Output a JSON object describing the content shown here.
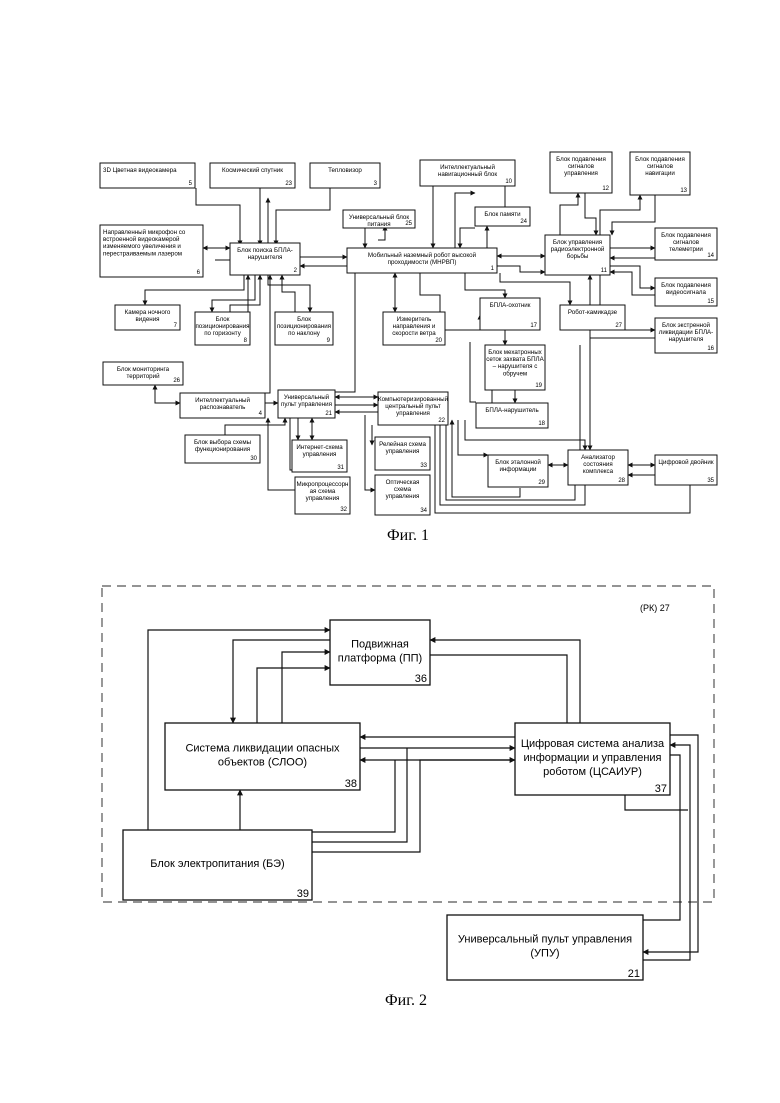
{
  "fig1": {
    "caption": "Фиг. 1",
    "blocks": [
      {
        "id": "b5",
        "lines": [
          "3D Цветная видеокамера"
        ],
        "num": "5"
      },
      {
        "id": "b23",
        "lines": [
          "Космический спутник"
        ],
        "num": "23"
      },
      {
        "id": "b3",
        "lines": [
          "Тепловизор"
        ],
        "num": "3"
      },
      {
        "id": "b10",
        "lines": [
          "Интеллектуальный",
          "навигационный блок"
        ],
        "num": "10"
      },
      {
        "id": "b12",
        "lines": [
          "Блок подавления",
          "сигналов",
          "управления"
        ],
        "num": "12"
      },
      {
        "id": "b13",
        "lines": [
          "Блок подавления",
          "сигналов",
          "навигации"
        ],
        "num": "13"
      },
      {
        "id": "b24",
        "lines": [
          "Блок памяти"
        ],
        "num": "24"
      },
      {
        "id": "b25",
        "lines": [
          "Универсальный блок",
          "питания"
        ],
        "num": "25"
      },
      {
        "id": "b6",
        "lines": [
          "Направленный микрофон со",
          "встроенной видеокамерой",
          "изменяемого увеличения и",
          "перестраиваемым лазером"
        ],
        "num": "6"
      },
      {
        "id": "b2",
        "lines": [
          "Блок поиска БПЛА-",
          "нарушителя"
        ],
        "num": "2"
      },
      {
        "id": "b1",
        "lines": [
          "Мобильный наземный робот высокой",
          "проходимости (МНРВП)"
        ],
        "num": "1"
      },
      {
        "id": "b11",
        "lines": [
          "Блок управления",
          "радиоэлектронной",
          "борьбы"
        ],
        "num": "11"
      },
      {
        "id": "b14",
        "lines": [
          "Блок подавления",
          "сигналов",
          "телеметрии"
        ],
        "num": "14"
      },
      {
        "id": "b15",
        "lines": [
          "Блок подавления",
          "видеосигнала"
        ],
        "num": "15"
      },
      {
        "id": "b16",
        "lines": [
          "Блок экстренной",
          "ликвидации БПЛА-",
          "нарушителя"
        ],
        "num": "16"
      },
      {
        "id": "b7",
        "lines": [
          "Камера ночного",
          "видения"
        ],
        "num": "7"
      },
      {
        "id": "b8",
        "lines": [
          "Блок",
          "позиционирования",
          "по горизонту"
        ],
        "num": "8"
      },
      {
        "id": "b9",
        "lines": [
          "Блок",
          "позиционирования",
          "по наклону"
        ],
        "num": "9"
      },
      {
        "id": "b20",
        "lines": [
          "Измеритель",
          "направления и",
          "скорости ветра"
        ],
        "num": "20"
      },
      {
        "id": "b17",
        "lines": [
          "БПЛА-охотник"
        ],
        "num": "17"
      },
      {
        "id": "b27",
        "lines": [
          "Робот-камикадзе"
        ],
        "num": "27"
      },
      {
        "id": "b19",
        "lines": [
          "Блок мехатронных",
          "сеток захвата БПЛА",
          "– нарушителя с",
          "обручем"
        ],
        "num": "19"
      },
      {
        "id": "b26",
        "lines": [
          "Блок мониторинга",
          "территорий"
        ],
        "num": "26"
      },
      {
        "id": "b4",
        "lines": [
          "Интеллектуальный",
          "распознаватель"
        ],
        "num": "4"
      },
      {
        "id": "b21",
        "lines": [
          "Универсальный",
          "пульт управления"
        ],
        "num": "21"
      },
      {
        "id": "b22",
        "lines": [
          "Компьютеризированный",
          "центральный пульт",
          "управления"
        ],
        "num": "22"
      },
      {
        "id": "b18",
        "lines": [
          "БПЛА-нарушитель"
        ],
        "num": "18"
      },
      {
        "id": "b30",
        "lines": [
          "Блок выбора схемы",
          "функционирования"
        ],
        "num": "30"
      },
      {
        "id": "b31",
        "lines": [
          "Интернет-схема",
          "управления"
        ],
        "num": "31"
      },
      {
        "id": "b33",
        "lines": [
          "Релейная схема",
          "управления"
        ],
        "num": "33"
      },
      {
        "id": "b29",
        "lines": [
          "Блок эталонной",
          "информации"
        ],
        "num": "29"
      },
      {
        "id": "b28",
        "lines": [
          "Анализатор",
          "состояния",
          "комплекса"
        ],
        "num": "28"
      },
      {
        "id": "b35",
        "lines": [
          "Цифровой двойник"
        ],
        "num": "35"
      },
      {
        "id": "b32",
        "lines": [
          "Микропроцессорн",
          "ая схема",
          "управления"
        ],
        "num": "32"
      },
      {
        "id": "b34",
        "lines": [
          "Оптическая",
          "схема",
          "управления"
        ],
        "num": "34"
      }
    ]
  },
  "fig2": {
    "caption": "Фиг. 2",
    "frame_label": "(РК) 27",
    "blocks": [
      {
        "id": "b36",
        "lines": [
          "Подвижная",
          "платформа (ПП)"
        ],
        "num": "36"
      },
      {
        "id": "b38",
        "lines": [
          "Система ликвидации опасных",
          "объектов (СЛОО)"
        ],
        "num": "38"
      },
      {
        "id": "b37",
        "lines": [
          "Цифровая система анализа",
          "информации и управления",
          "роботом (ЦСАИУР)"
        ],
        "num": "37"
      },
      {
        "id": "b39",
        "lines": [
          "Блок электропитания (БЭ)"
        ],
        "num": "39"
      },
      {
        "id": "b21b",
        "lines": [
          "Универсальный пульт управления",
          "(УПУ)"
        ],
        "num": "21"
      }
    ]
  }
}
